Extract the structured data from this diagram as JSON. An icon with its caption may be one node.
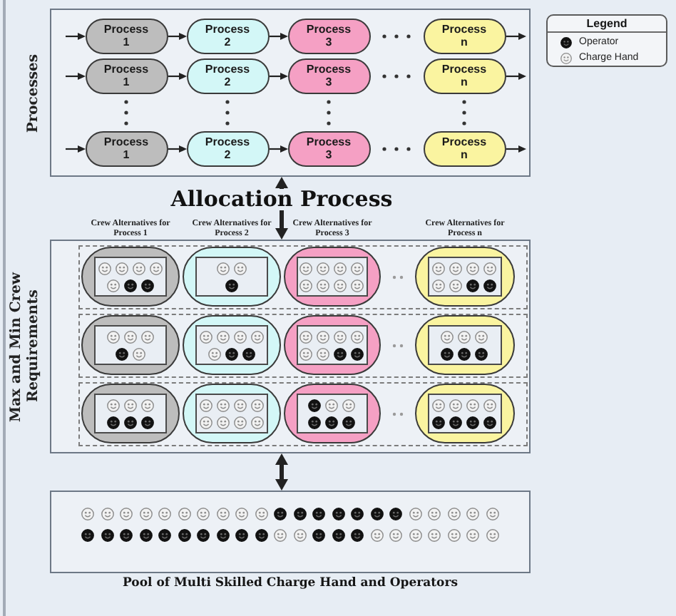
{
  "diagram": {
    "nodes": [
      {
        "text": [
          "Processes"
        ]
      },
      {
        "text": [
          "Process 1"
        ],
        "in": 0
      },
      {
        "text": [
          "Process 2"
        ],
        "in": 0
      },
      {
        "text": [
          "Process 3"
        ],
        "in": 0
      },
      {
        "text": [
          "Process n"
        ],
        "in": 0
      },
      {
        "text": [
          "Process 1"
        ],
        "in": 0
      },
      {
        "text": [
          "Process 2"
        ],
        "in": 0
      },
      {
        "text": [
          "Process 3"
        ],
        "in": 0
      },
      {
        "text": [
          "Process n"
        ],
        "in": 0
      },
      {
        "text": [
          "Process 1"
        ],
        "in": 0
      },
      {
        "text": [
          "Process 2"
        ],
        "in": 0
      },
      {
        "text": [
          "Process 3"
        ],
        "in": 0
      },
      {
        "text": [
          "Process n"
        ],
        "in": 0
      },
      {
        "text": [
          "Max and Min Crew Requirements"
        ]
      },
      {
        "text": [],
        "shape": "box",
        "in": 13
      },
      {
        "text": [],
        "shape": "pill",
        "in": 14
      },
      {
        "text": [],
        "shape": "pill",
        "in": 14
      },
      {
        "text": [],
        "shape": "pill",
        "in": 14
      },
      {
        "text": [],
        "shape": "pill",
        "in": 14
      },
      {
        "text": [],
        "shape": "box",
        "in": 13
      },
      {
        "text": [],
        "shape": "pill",
        "in": 19
      },
      {
        "text": [],
        "shape": "pill",
        "in": 19
      },
      {
        "text": [],
        "shape": "pill",
        "in": 19
      },
      {
        "text": [],
        "shape": "pill",
        "in": 19
      },
      {
        "text": [],
        "shape": "box",
        "in": 13
      },
      {
        "text": [],
        "shape": "pill",
        "in": 24
      },
      {
        "text": [],
        "shape": "pill",
        "in": 24
      },
      {
        "text": [],
        "shape": "pill",
        "in": 24
      },
      {
        "text": [],
        "shape": "pill",
        "in": 24
      },
      {
        "text": [
          "Pool of Multi Skilled Charge Hand and Operators"
        ]
      }
    ],
    "edges": [
      {
        "from": null,
        "to": 1,
        "arrow": "to"
      },
      {
        "from": 1,
        "to": 2,
        "arrow": "to"
      },
      {
        "from": 2,
        "to": 3,
        "arrow": "to"
      },
      {
        "from": 4,
        "to": null,
        "arrow": "to"
      },
      {
        "from": null,
        "to": 5,
        "arrow": "to"
      },
      {
        "from": 5,
        "to": 6,
        "arrow": "to"
      },
      {
        "from": 6,
        "to": 7,
        "arrow": "to"
      },
      {
        "from": 8,
        "to": null,
        "arrow": "to"
      },
      {
        "from": null,
        "to": 9,
        "arrow": "to"
      },
      {
        "from": 9,
        "to": 10,
        "arrow": "to"
      },
      {
        "from": 10,
        "to": 11,
        "arrow": "to"
      },
      {
        "from": 12,
        "to": null,
        "arrow": "to"
      },
      {
        "from": 0,
        "to": 13,
        "arrow": "both",
        "label": "Allocation Process",
        "style": "thick"
      },
      {
        "from": 13,
        "to": 29,
        "arrow": "both",
        "style": "thick"
      }
    ],
    "labels": [
      "Legend",
      "Crew Alternatives for Process 1",
      "Crew Alternatives for Process 2",
      "Crew Alternatives for Process 3",
      "Crew Alternatives for Process n"
    ],
    "legend": [
      {
        "text": "Operator"
      },
      {
        "text": "Charge Hand"
      }
    ]
  }
}
